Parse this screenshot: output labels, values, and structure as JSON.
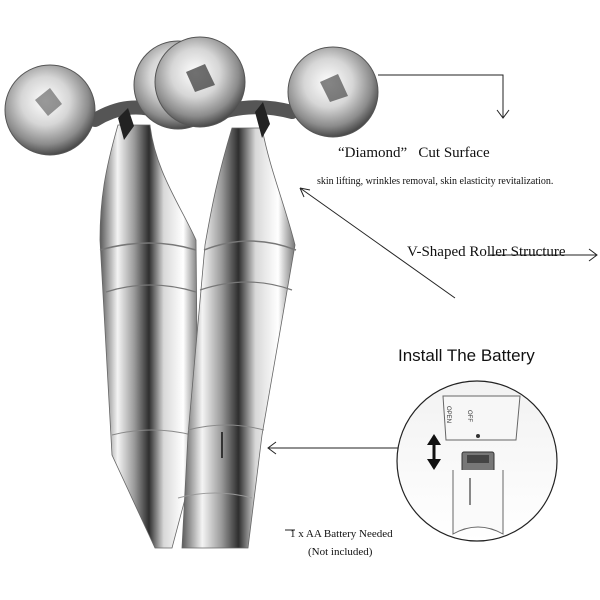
{
  "labels": {
    "diamond_quote": "“Diamond”",
    "diamond_rest": "Cut Surface",
    "skin_benefits": "skin lifting, wrinkles removal, skin elasticity revitalization.",
    "v_shaped": "V-Shaped Roller Structure",
    "install_battery": "Install The Battery",
    "battery_needed": "1 x AA Battery Needed",
    "not_included": "(Not included)",
    "switch_open": "OPEN",
    "switch_off": "OFF"
  }
}
